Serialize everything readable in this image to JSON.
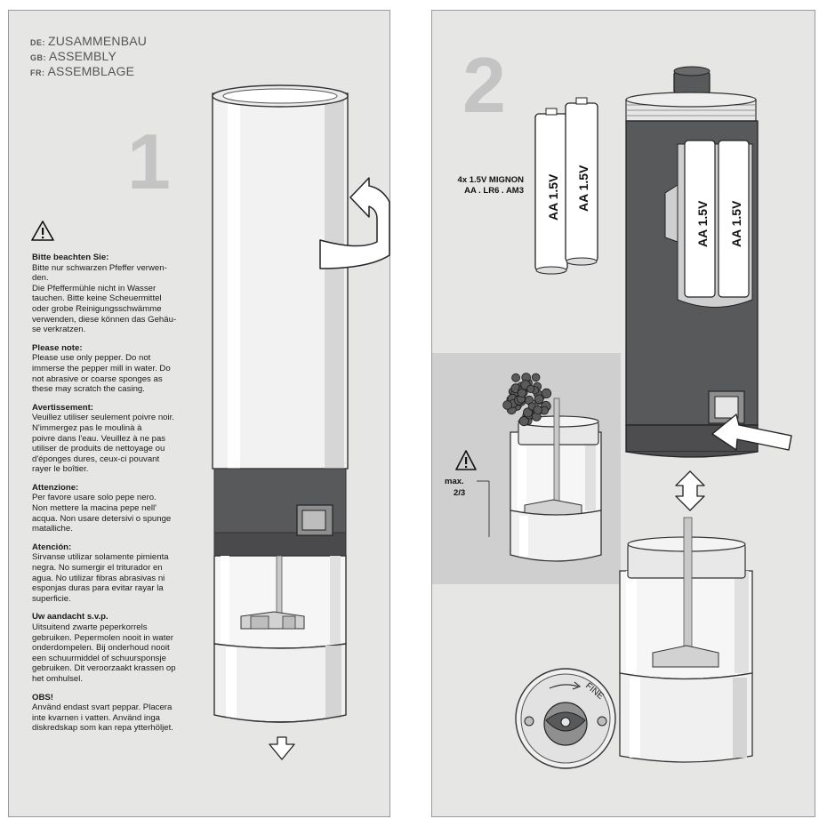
{
  "assembly": {
    "title_de_code": "DE:",
    "title_de": "ZUSAMMENBAU",
    "title_gb_code": "GB:",
    "title_gb": "ASSEMBLY",
    "title_fr_code": "FR:",
    "title_fr": "ASSEMBLAGE"
  },
  "steps": [
    "1",
    "2"
  ],
  "notes": [
    {
      "heading": "Bitte beachten Sie:",
      "body": "Bitte nur schwarzen Pfeffer verwen-\nden.\nDie Pfeffermühle nicht in Wasser\ntauchen. Bitte keine Scheuermittel\noder grobe Reinigungsschwämme\nverwenden, diese können das Gehäu-\nse verkratzen."
    },
    {
      "heading": "Please note:",
      "body": "Please use only pepper. Do not\nimmerse the pepper mill in water. Do\nnot abrasive or coarse sponges as\nthese may scratch the casing."
    },
    {
      "heading": "Avertissement:",
      "body": "Veuillez utiliser seulement poivre noir.\nN'immergez pas le moulinà à\npoivre dans l'eau. Veuillez à ne pas\nutiliser de produits de nettoyage ou\nd'éponges dures, ceux-ci pouvant\nrayer le boîtier."
    },
    {
      "heading": "Attenzione:",
      "body": "Per favore usare solo pepe nero.\nNon mettere la macina pepe nell'\nacqua. Non usare detersivi o spunge\nmatalliche."
    },
    {
      "heading": "Atención:",
      "body": "Sirvanse utilizar solamente pimienta\nnegra. No sumergir el triturador en\nagua. No utilizar fibras abrasivas ni\nesponjas duras para evitar rayar la\nsuperficie."
    },
    {
      "heading": "Uw aandacht s.v.p.",
      "body": "Uitsuitend zwarte peperkorrels\ngebruiken. Pepermolen nooit in water\nonderdompelen. Bij onderhoud nooit\neen schuurmiddel of schuursponsje\ngebruiken. Dit veroorzaakt krassen op\nhet omhulsel."
    },
    {
      "heading": "OBS!",
      "body": "Använd endast svart peppar. Placera\ninte kvarnen i vatten. Använd inga\ndiskredskap som kan repa ytterhöljet."
    }
  ],
  "battery": {
    "spec_line1": "4x 1.5V MIGNON",
    "spec_line2": "AA . LR6 . AM3",
    "label": "AA 1.5V"
  },
  "fill": {
    "max_label": "max.",
    "max_value": "2/3"
  },
  "dial": {
    "label": "FINE"
  },
  "colors": {
    "panel_bg": "#e6e6e5",
    "dark_body": "#58595b",
    "steel": "#f2f2f2",
    "step_number": "#c4c4c4"
  }
}
